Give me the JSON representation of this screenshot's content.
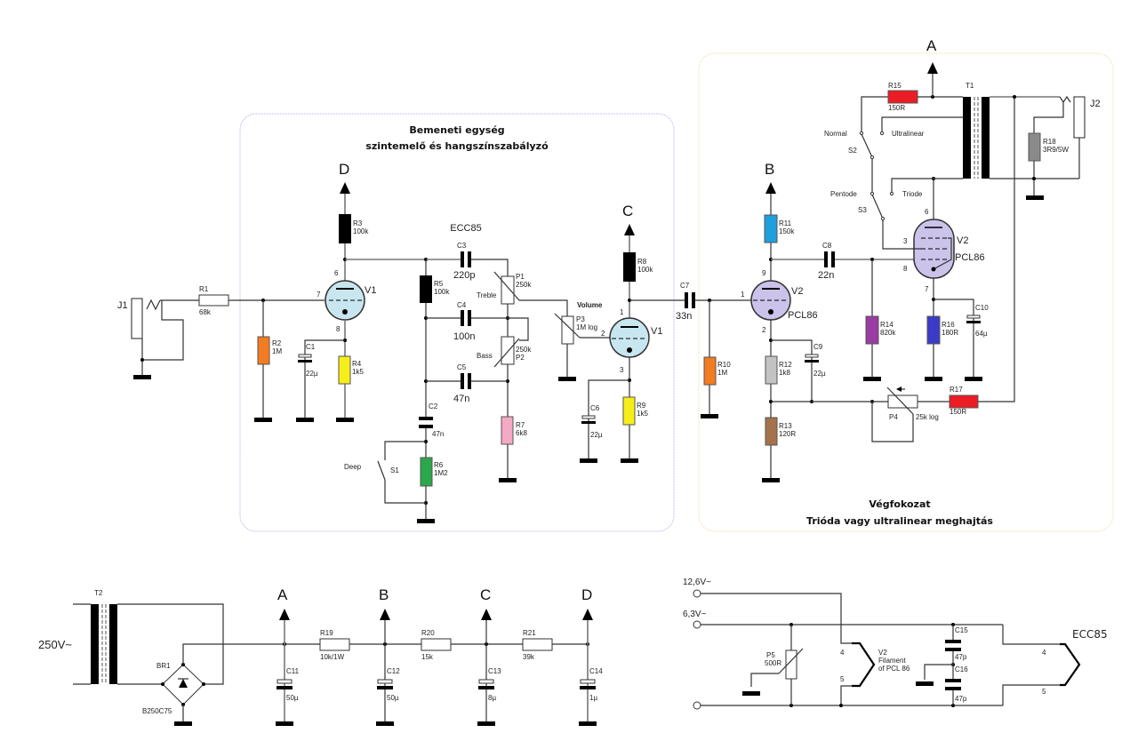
{
  "panels": {
    "input": {
      "title_line1": "Bemeneti egység",
      "title_line2": "szintemelő és hangszínszabályzó",
      "border_color": "#c9bff0"
    },
    "output": {
      "title_line1": "Végfokozat",
      "title_line2": "Trióda vagy ultralinear meghajtás",
      "border_color": "#f3e3b8"
    }
  },
  "rails": [
    "A",
    "B",
    "C",
    "D"
  ],
  "tube_labels": {
    "v1a": "V1",
    "v1b": "V1",
    "v2a": "V2",
    "v2b": "V2",
    "ecc85": "ECC85",
    "pcl86_a": "PCL86",
    "pcl86_b": "PCL86",
    "v1a_pins": [
      "6",
      "7",
      "8"
    ],
    "v1b_pins": [
      "1",
      "2",
      "3"
    ],
    "v2a_pins": [
      "9",
      "1",
      "2"
    ],
    "v2b_pins": [
      "6",
      "3",
      "8",
      "7"
    ]
  },
  "connectors": {
    "j1": "J1",
    "j2": "J2"
  },
  "resistors": [
    {
      "ref": "R1",
      "value": "68k",
      "color": "#ffffff"
    },
    {
      "ref": "R2",
      "value": "1M",
      "color": "#f47c20"
    },
    {
      "ref": "R3",
      "value": "100k",
      "color": "#000000"
    },
    {
      "ref": "R4",
      "value": "1k5",
      "color": "#f7ee19"
    },
    {
      "ref": "R5",
      "value": "100k",
      "color": "#000000"
    },
    {
      "ref": "R6",
      "value": "1M2",
      "color": "#2aa84a"
    },
    {
      "ref": "R7",
      "value": "6k8",
      "color": "#f4a9c4"
    },
    {
      "ref": "R8",
      "value": "100k",
      "color": "#000000"
    },
    {
      "ref": "R9",
      "value": "1k5",
      "color": "#f7ee19"
    },
    {
      "ref": "R10",
      "value": "1M",
      "color": "#f47c20"
    },
    {
      "ref": "R11",
      "value": "150k",
      "color": "#1ea0dc"
    },
    {
      "ref": "R12",
      "value": "1k8",
      "color": "#c3c3c3"
    },
    {
      "ref": "R13",
      "value": "120R",
      "color": "#a57249"
    },
    {
      "ref": "R14",
      "value": "820k",
      "color": "#9b3ba4"
    },
    {
      "ref": "R15",
      "value": "150R",
      "color": "#ec1c24"
    },
    {
      "ref": "R16",
      "value": "180R",
      "color": "#3b3bc8"
    },
    {
      "ref": "R17",
      "value": "150R",
      "color": "#ec1c24"
    },
    {
      "ref": "R18",
      "value": "3R9/5W",
      "color": "#8a8a8a"
    },
    {
      "ref": "R19",
      "value": "10k/1W",
      "color": "#ffffff"
    },
    {
      "ref": "R20",
      "value": "15k",
      "color": "#ffffff"
    },
    {
      "ref": "R21",
      "value": "39k",
      "color": "#ffffff"
    }
  ],
  "capacitors": [
    {
      "ref": "C1",
      "value": "22µ"
    },
    {
      "ref": "C2",
      "value": "47n"
    },
    {
      "ref": "C3",
      "value": "220p"
    },
    {
      "ref": "C4",
      "value": "100n"
    },
    {
      "ref": "C5",
      "value": "47n"
    },
    {
      "ref": "C6",
      "value": "22µ"
    },
    {
      "ref": "C7",
      "value": "33n"
    },
    {
      "ref": "C8",
      "value": "22n"
    },
    {
      "ref": "C9",
      "value": "22µ"
    },
    {
      "ref": "C10",
      "value": "64µ"
    },
    {
      "ref": "C11",
      "value": "50µ"
    },
    {
      "ref": "C12",
      "value": "50µ"
    },
    {
      "ref": "C13",
      "value": "8µ"
    },
    {
      "ref": "C14",
      "value": "1µ"
    },
    {
      "ref": "C15",
      "value": "47p"
    },
    {
      "ref": "C16",
      "value": "47p"
    }
  ],
  "pots": [
    {
      "ref": "P1",
      "value": "250k",
      "function": "Treble"
    },
    {
      "ref": "P2",
      "value": "250k",
      "function": "Bass"
    },
    {
      "ref": "P3",
      "value": "1M log",
      "function": "Volume"
    },
    {
      "ref": "P4",
      "value": "25k  log"
    },
    {
      "ref": "P5",
      "value": "500R"
    }
  ],
  "switches": [
    {
      "ref": "S1",
      "label": "Deep"
    },
    {
      "ref": "S2",
      "pos_a": "Normal",
      "pos_b": "Ultralinear"
    },
    {
      "ref": "S3",
      "pos_a": "Pentode",
      "pos_b": "Triode"
    }
  ],
  "transformers": {
    "t1": "T1",
    "t2": "T2"
  },
  "power": {
    "mains": "250V~",
    "bridge_ref": "BR1",
    "bridge_type": "B250C75"
  },
  "heater": {
    "v126": "12,6V~",
    "v63": "6,3V~",
    "v2_label_1": "V2",
    "v2_label_2": "Filament",
    "v2_label_3": "of PCL 86",
    "ecc85": "ECC85",
    "pin4": "4",
    "pin5": "5"
  }
}
